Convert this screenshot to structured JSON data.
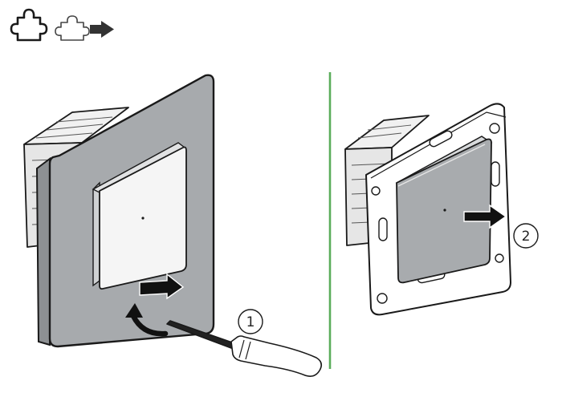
{
  "header": {
    "icons": [
      "puzzle-piece-icon",
      "puzzle-piece-outline-icon",
      "arrow-right-icon"
    ]
  },
  "steps": [
    {
      "number": "1",
      "action": "screwdriver-release"
    },
    {
      "number": "2",
      "action": "slide-out-mechanism"
    }
  ],
  "colors": {
    "divider": "#5aad5a",
    "frame": "#a7aaad",
    "frame_stroke": "#1a1a1a",
    "rocker": "#f4f4f4",
    "rocker_dark": "#a8abae",
    "box_side": "#e8e8e8",
    "arrow": "#111111"
  }
}
